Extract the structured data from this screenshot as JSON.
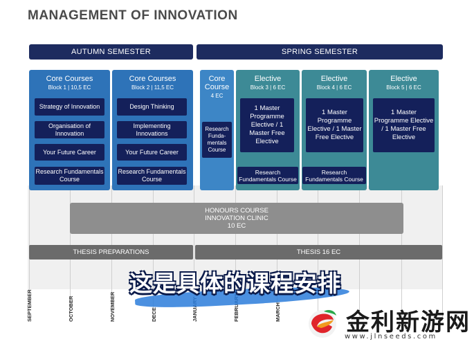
{
  "title": "MANAGEMENT OF INNOVATION",
  "semesters": {
    "autumn": "AUTUMN SEMESTER",
    "spring": "SPRING SEMESTER"
  },
  "blocks": [
    {
      "head": "Core Courses",
      "sub": "Block 1  |  10,5 EC",
      "items": [
        "Strategy of Innovation",
        "Organisation of Innovation",
        "Your Future Career",
        "Research Fundamentals Course"
      ]
    },
    {
      "head": "Core Courses",
      "sub": "Block 2  |  11,5 EC",
      "items": [
        "Design Thinking",
        "Implementing Innovations",
        "Your Future Career",
        "Research Fundamentals Course"
      ]
    },
    {
      "head": "Core Course",
      "sub": "4 EC",
      "items": [
        "Research Funda- mentals Course"
      ]
    },
    {
      "head": "Elective",
      "sub": "Block 3  |  6 EC",
      "items": [
        "1 Master Programme Elective / 1 Master Free Elective",
        "Research Fundamentals Course"
      ]
    },
    {
      "head": "Elective",
      "sub": "Block 4  |  6 EC",
      "items": [
        "1 Master Programme Elective / 1 Master Free Elective",
        "Research Fundamentals Course"
      ]
    },
    {
      "head": "Elective",
      "sub": "Block 5  |  6 EC",
      "items": [
        "1 Master Programme Elective / 1 Master Free Elective"
      ]
    }
  ],
  "honours": {
    "line1": "HONOURS COURSE",
    "line2": "INNOVATION CLINIC",
    "line3": "10 EC"
  },
  "thesis": {
    "prep": "THESIS PREPARATIONS",
    "main": "THESIS 16 EC"
  },
  "months": [
    "SEPTEMBER",
    "OCTOBER",
    "NOVEMBER",
    "DECE",
    "JANUARY",
    "FEBRUARY",
    "MARCH"
  ],
  "overlay_caption": "这是具体的课程安排",
  "watermark": {
    "name": "金利新游网",
    "url": "www.jlnseeds.com"
  },
  "colors": {
    "navy": "#1d2b5f",
    "box_navy": "#14205a",
    "blue": "#2e73b8",
    "teal": "#3d8a96",
    "grey": "#8e8e8e",
    "dark_grey": "#6b6b6b"
  }
}
